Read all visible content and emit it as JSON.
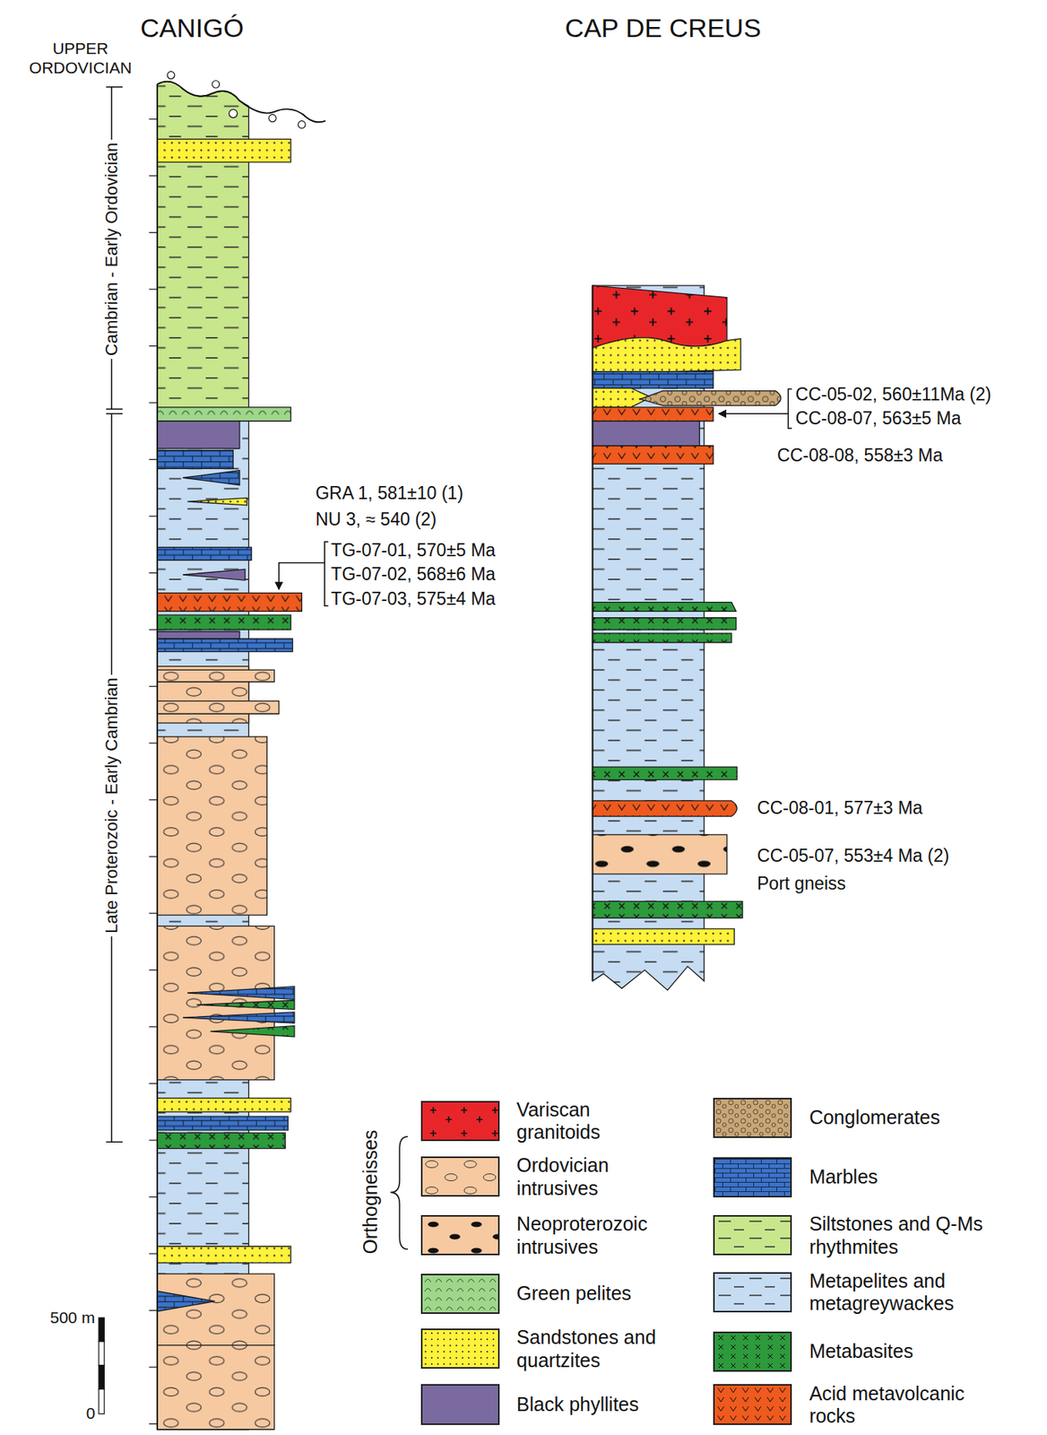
{
  "diagram": {
    "labels": [
      "UPPER ORDOVICIAN",
      "CANIGÓ",
      "CAP DE CREUS",
      "Cambrian - Early Ordovician",
      "Late Proterozoic - Early Cambrian",
      "GRA 1, 581±10 (1)",
      "NU 3, ≈ 540 (2)",
      "TG-07-01, 570±5 Ma",
      "TG-07-02, 568±6 Ma",
      "TG-07-03, 575±4 Ma",
      "CC-05-02, 560±11Ma (2)",
      "CC-08-07, 563±5 Ma",
      "CC-08-08, 558±3 Ma",
      "CC-08-01, 577±3 Ma",
      "CC-05-07, 553±4 Ma (2)",
      "Port gneiss",
      "500 m",
      "0",
      "Orthogneisses"
    ],
    "legend": [
      {
        "text": "Variscan granitoids",
        "color": "#e8262a"
      },
      {
        "text": "Ordovician intrusives",
        "color": "#f7c9a1"
      },
      {
        "text": "Neoproterozoic intrusives",
        "color": "#f7c9a1"
      },
      {
        "text": "Green pelites",
        "color": "#9fd68c"
      },
      {
        "text": "Sandstones and quartzites",
        "color": "#fff23a"
      },
      {
        "text": "Black phyllites",
        "color": "#7a6aa0"
      },
      {
        "text": "Conglomerates",
        "color": "#c9a675"
      },
      {
        "text": "Marbles",
        "color": "#3b73c8"
      },
      {
        "text": "Siltstones and Q-Ms rhythmites",
        "color": "#c8e68c"
      },
      {
        "text": "Metapelites and metagreywackes",
        "color": "#c6dcf2"
      },
      {
        "text": "Metabasites",
        "color": "#2d9a3c"
      },
      {
        "text": "Acid metavolcanic rocks",
        "color": "#ef5a1e"
      }
    ]
  }
}
